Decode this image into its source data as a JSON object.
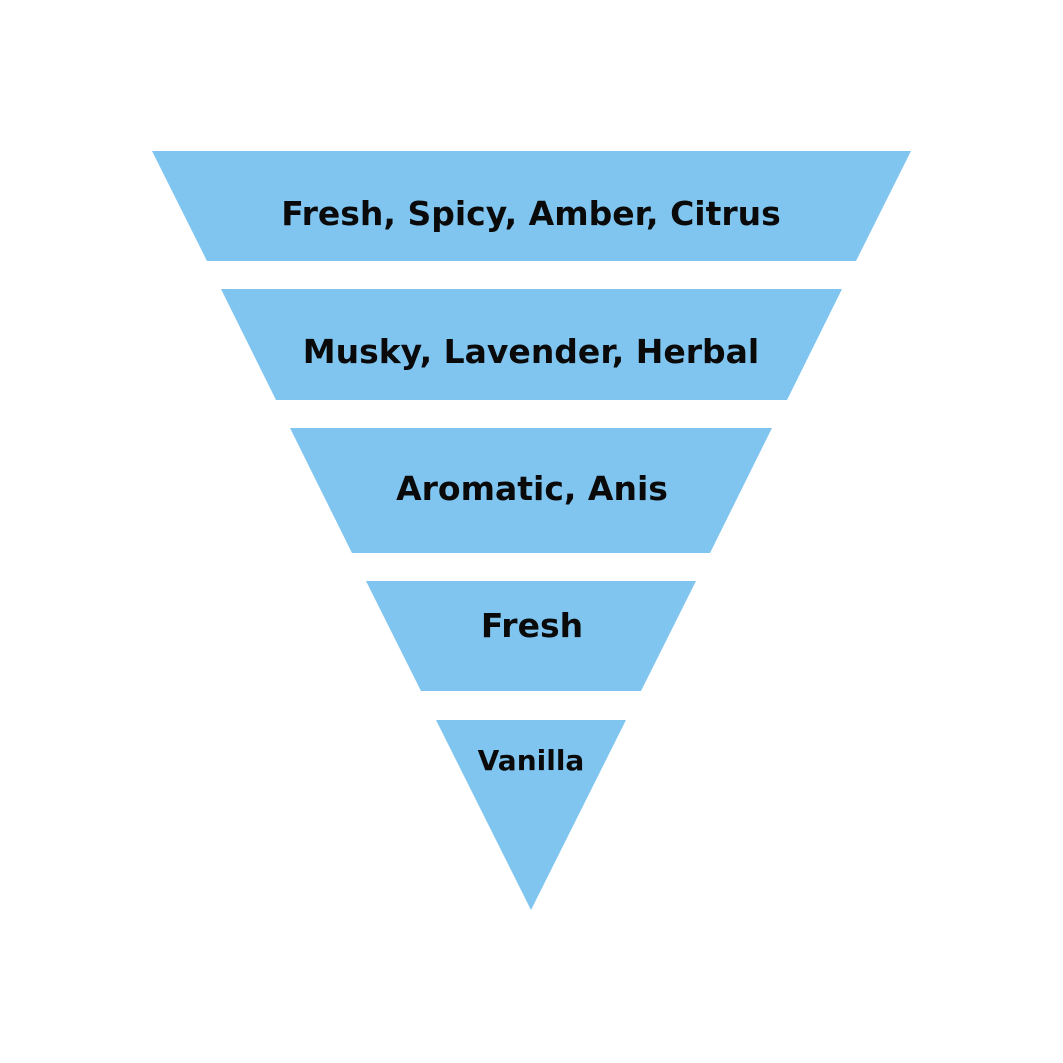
{
  "diagram": {
    "type": "inverted-pyramid",
    "fill_color": "#7fc5f0",
    "text_color": "#0a0a0a",
    "background_color": "#ffffff",
    "tiers": [
      {
        "label": "Fresh, Spicy, Amber, Citrus"
      },
      {
        "label": "Musky, Lavender, Herbal"
      },
      {
        "label": "Aromatic, Anis"
      },
      {
        "label": "Fresh"
      },
      {
        "label": "Vanilla"
      }
    ]
  }
}
